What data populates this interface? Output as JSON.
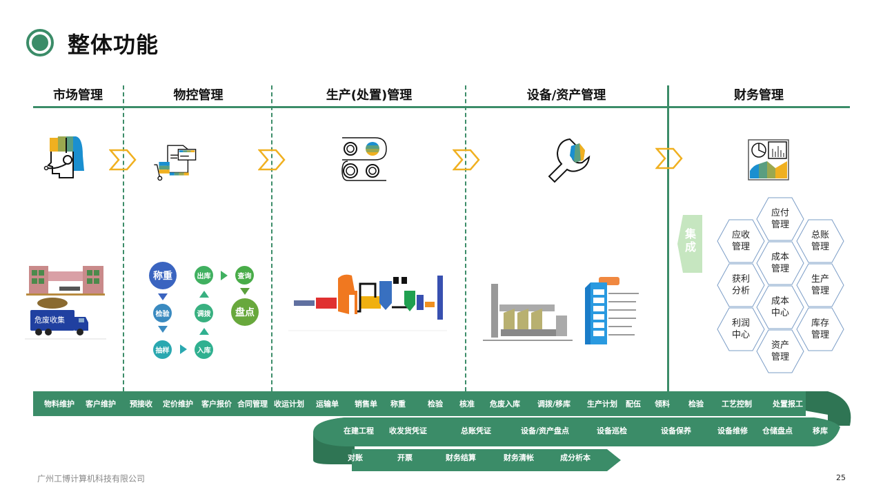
{
  "header": {
    "title": "整体功能",
    "icon": "target-circle-icon"
  },
  "columns": [
    {
      "title": "市场管理",
      "icon": "customer-service-headset-icon"
    },
    {
      "title": "物控管理",
      "icon": "cart-invoice-card-icon"
    },
    {
      "title": "生产(处置)管理",
      "icon": "conveyor-rollers-icon"
    },
    {
      "title": "设备/资产管理",
      "icon": "wrench-hexnut-icon"
    },
    {
      "title": "财务管理",
      "icon": "analytics-dashboard-icon"
    }
  ],
  "arrows": [
    "chevron-right-icon",
    "chevron-right-icon",
    "chevron-right-icon",
    "chevron-right-icon"
  ],
  "market_illustration": {
    "truck_label": "危废收集"
  },
  "material_flow": {
    "nodes": {
      "weigh": "称重",
      "inspect": "检验",
      "sample": "抽样",
      "stock_in": "入库",
      "transfer": "调拨",
      "stock_out": "出库",
      "query": "查询",
      "inventory": "盘点"
    }
  },
  "finance_hex": {
    "integrate_label": "集成",
    "cells": [
      "应付\n管理",
      "应收\n管理",
      "总账\n管理",
      "成本\n管理",
      "获利\n分析",
      "生产\n管理",
      "成本\n中心",
      "利润\n中心",
      "库存\n管理",
      "资产\n管理"
    ]
  },
  "ribbon": {
    "row1": [
      "物料维护",
      "客户维护",
      "预接收",
      "定价维护",
      "客户报价",
      "合同管理",
      "收运计划",
      "运输单",
      "销售单",
      "称重",
      "检验",
      "核准",
      "危废入库",
      "调拨/移库",
      "生产计划",
      "配伍",
      "领料",
      "检验",
      "工艺控制",
      "处置报工"
    ],
    "row2": [
      "在建工程",
      "收发货凭证",
      "总账凭证",
      "设备/资产盘点",
      "设备巡检",
      "设备保养",
      "设备维修",
      "仓储盘点",
      "移库"
    ],
    "row3": [
      "对账",
      "开票",
      "财务结算",
      "财务清帐",
      "成分析本"
    ]
  },
  "footer": {
    "company": "广州工博计算机科技有限公司",
    "page_number": "25"
  },
  "colors": {
    "accent_green": "#3b8c68",
    "chevron_yellow": "#f0b020",
    "hex_stroke": "#7a9cc6",
    "integrate_green": "#c6e6c0"
  }
}
